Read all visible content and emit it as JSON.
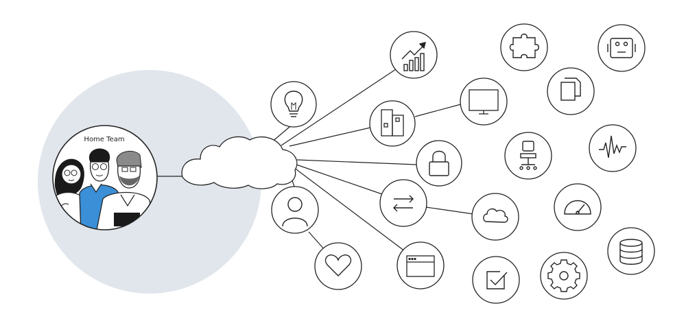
{
  "team": {
    "label": "Home Team"
  },
  "colors": {
    "halo": "#e1e6ec",
    "stroke": "#222222",
    "accent_shirt": "#3a8fd6",
    "background": "#ffffff"
  },
  "hub": {
    "icon": "cloud-icon"
  },
  "nodes": [
    {
      "id": "chart-growth",
      "icon": "growth-chart-icon"
    },
    {
      "id": "lightbulb",
      "icon": "lightbulb-icon"
    },
    {
      "id": "buildings",
      "icon": "buildings-icon"
    },
    {
      "id": "monitor",
      "icon": "monitor-icon"
    },
    {
      "id": "lock",
      "icon": "lock-icon"
    },
    {
      "id": "transfer",
      "icon": "transfer-arrows-icon"
    },
    {
      "id": "small-cloud",
      "icon": "cloud-icon"
    },
    {
      "id": "user",
      "icon": "user-icon"
    },
    {
      "id": "heart",
      "icon": "heart-icon"
    },
    {
      "id": "browser",
      "icon": "browser-window-icon"
    },
    {
      "id": "puzzle",
      "icon": "puzzle-icon"
    },
    {
      "id": "robot",
      "icon": "robot-icon"
    },
    {
      "id": "documents",
      "icon": "documents-icon"
    },
    {
      "id": "office-chair",
      "icon": "office-chair-icon"
    },
    {
      "id": "pulse",
      "icon": "pulse-wave-icon"
    },
    {
      "id": "gauge",
      "icon": "speedometer-icon"
    },
    {
      "id": "database",
      "icon": "database-icon"
    },
    {
      "id": "checkbox",
      "icon": "checkbox-icon"
    },
    {
      "id": "settings",
      "icon": "gear-icon"
    }
  ]
}
